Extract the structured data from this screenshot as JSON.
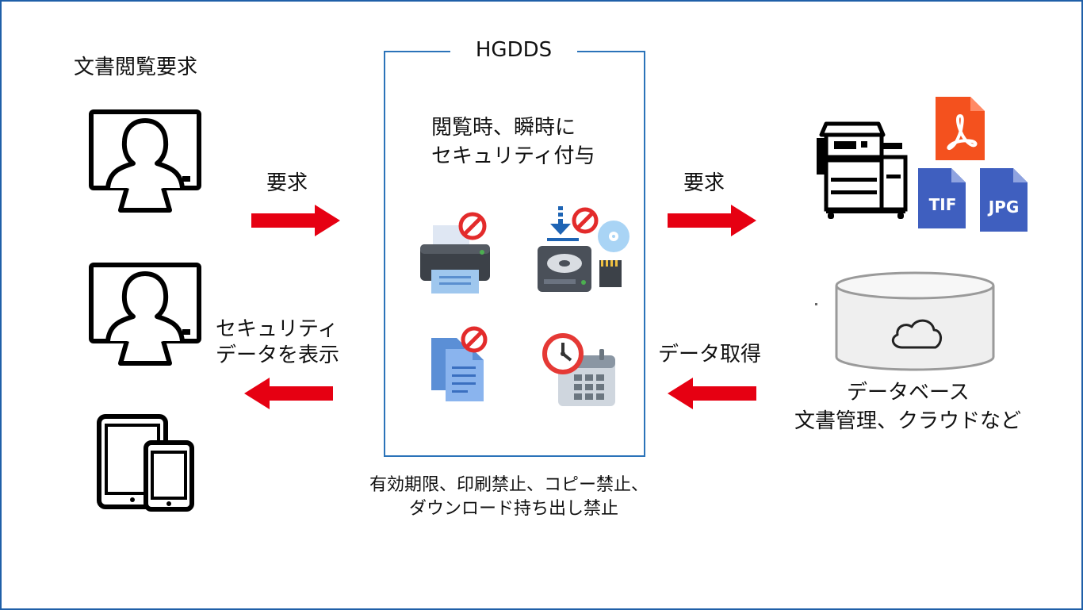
{
  "left": {
    "title": "文書閲覧要求",
    "request_label": "要求",
    "display_label_line1": "セキュリティ",
    "display_label_line2": "データを表示"
  },
  "center": {
    "title": "HGDDS",
    "heading_line1": "閲覧時、瞬時に",
    "heading_line2": "セキュリティ付与",
    "caption_line1": "有効期限、印刷禁止、コピー禁止、",
    "caption_line2": "ダウンロード持ち出し禁止"
  },
  "right": {
    "request_label": "要求",
    "fetch_label": "データ取得",
    "db_line1": "データベース",
    "db_line2": "文書管理、クラウドなど",
    "file_badges": [
      "TIF",
      "JPG"
    ]
  },
  "colors": {
    "arrow": "#e60012",
    "frame": "#1f5fa8",
    "box": "#2b73b9",
    "doc_blue": "#3f5fbf",
    "pdf_orange": "#f4511e"
  }
}
